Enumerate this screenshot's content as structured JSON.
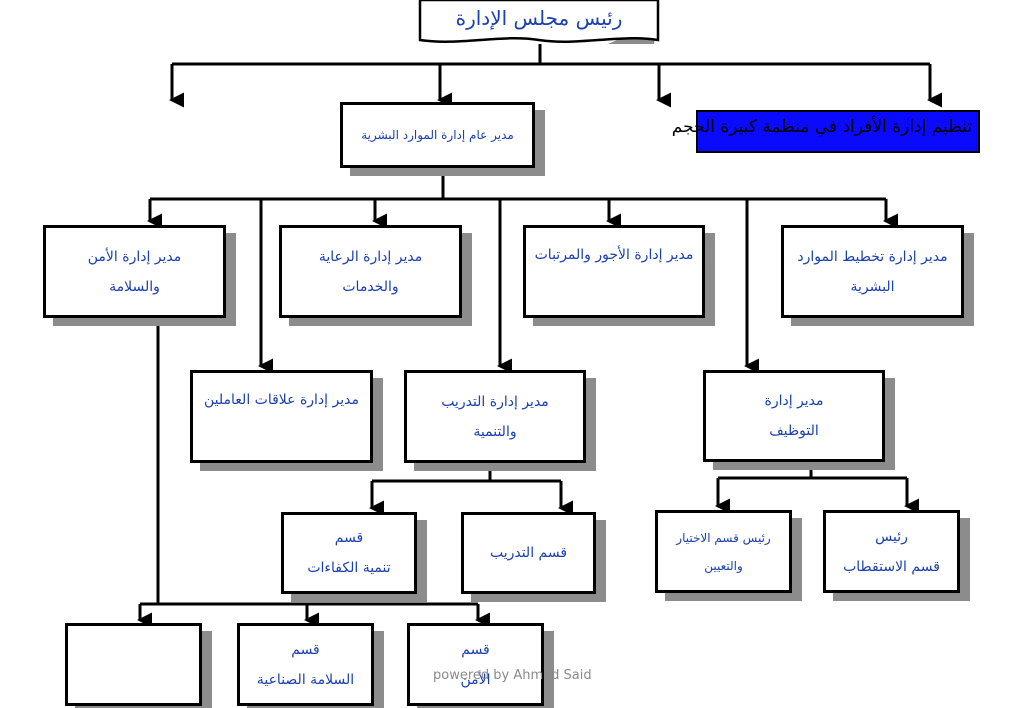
{
  "chairman": "رئيس مجلس الإدارة",
  "banner_title": "تنظيم إدارة الأفراد في منظمة كبيرة الحجم",
  "colors": {
    "text_blue": "#1a3fb0",
    "banner_fill": "#0a0aff",
    "shadow": "#8c8c8c"
  },
  "hr_gm": "مدير عام إدارة الموارد البشرية",
  "managers": {
    "security": [
      "مدير إدارة الأمن",
      "والسلامة"
    ],
    "welfare": [
      "مدير إدارة الرعاية",
      "والخدمات"
    ],
    "wages": [
      "مدير إدارة الأجور والمرتبات"
    ],
    "planning": [
      "مدير إدارة تخطيط الموارد",
      "البشرية"
    ],
    "relations": [
      "مدير إدارة علاقات العاملين"
    ],
    "training": [
      "مدير إدارة التدريب",
      "والتنمية"
    ],
    "employment": [
      "مدير إدارة",
      "التوظيف"
    ]
  },
  "sections": {
    "competencies": [
      "قسم",
      "تنمية الكفاءات"
    ],
    "training": [
      "قسم التدريب"
    ],
    "selection": [
      "رئيس قسم الاختيار",
      "والتعيين"
    ],
    "recruitment": [
      "رئيس",
      "قسم الاستقطاب"
    ],
    "empty": [],
    "industrial_safety": [
      "قسم",
      "السلامة الصناعية"
    ],
    "security": [
      "قسم",
      "الأمن"
    ]
  },
  "watermark": "powered by Ahmed Said"
}
